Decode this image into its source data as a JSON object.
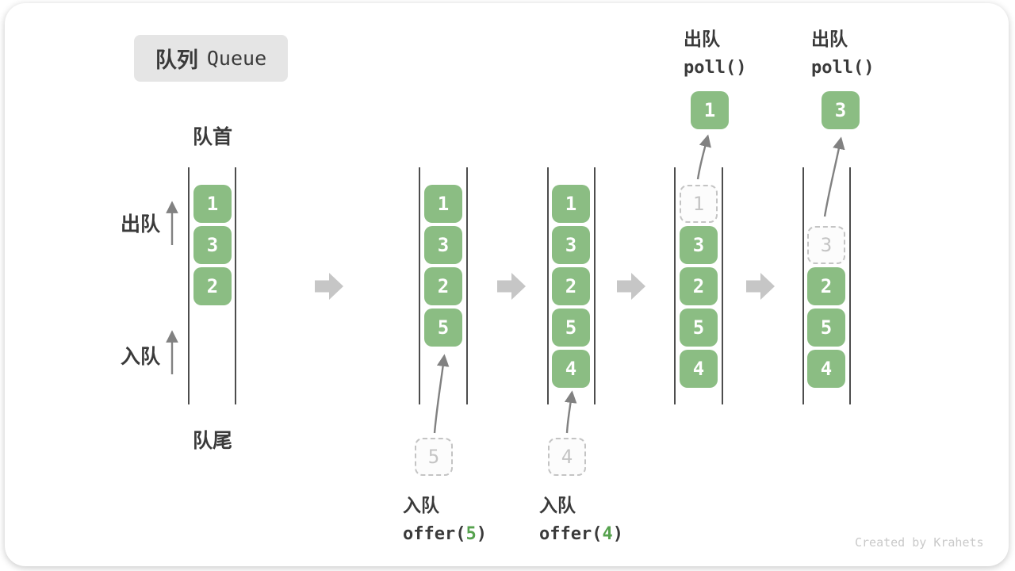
{
  "title": {
    "zh": "队列",
    "en": "Queue"
  },
  "side_labels": {
    "front": "队首",
    "rear": "队尾",
    "dequeue": "出队",
    "enqueue": "入队"
  },
  "colors": {
    "cell_green": "#8bbd83",
    "accent_green": "#56a24e",
    "text_dark": "#3a3a3a",
    "wall_gray": "#4d4d4d",
    "blk_arrow_gray": "#c6c6c6",
    "line_gray": "#818181",
    "dashed_gray": "#c4c4c4",
    "dashed_fill": "#fcfcfc",
    "badge_bg": "#e5e5e5",
    "watermark_gray": "#c9c9c9"
  },
  "states": [
    {
      "cells": [
        "1",
        "3",
        "2"
      ]
    },
    {
      "cells": [
        "1",
        "3",
        "2",
        "5"
      ],
      "pending": "5",
      "op": {
        "zh": "入队",
        "fn": "offer(",
        "arg": "5",
        "close": ")"
      }
    },
    {
      "cells": [
        "1",
        "3",
        "2",
        "5",
        "4"
      ],
      "pending": "4",
      "op": {
        "zh": "入队",
        "fn": "offer(",
        "arg": "4",
        "close": ")"
      }
    },
    {
      "cells": [
        "3",
        "2",
        "5",
        "4"
      ],
      "removed_slot": "1",
      "popped": "1",
      "op": {
        "zh": "出队",
        "fn": "poll()"
      }
    },
    {
      "cells": [
        "2",
        "5",
        "4"
      ],
      "removed_slot": "3",
      "popped": "3",
      "op": {
        "zh": "出队",
        "fn": "poll()"
      }
    }
  ],
  "watermark": "Created by Krahets"
}
